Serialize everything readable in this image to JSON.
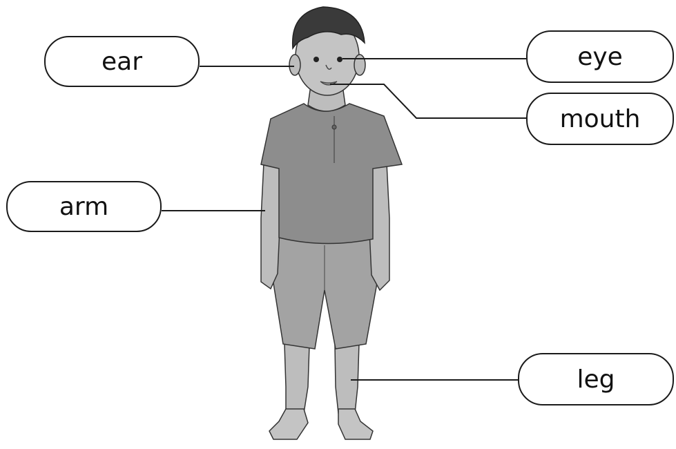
{
  "labels": {
    "ear": "ear",
    "eye": "eye",
    "mouth": "mouth",
    "arm": "arm",
    "leg": "leg"
  },
  "colors": {
    "line": "#1a1a1a",
    "skin": "#bdbdbd",
    "shirt": "#8d8d8d",
    "shorts": "#a3a3a3",
    "hair": "#3a3a3a"
  }
}
